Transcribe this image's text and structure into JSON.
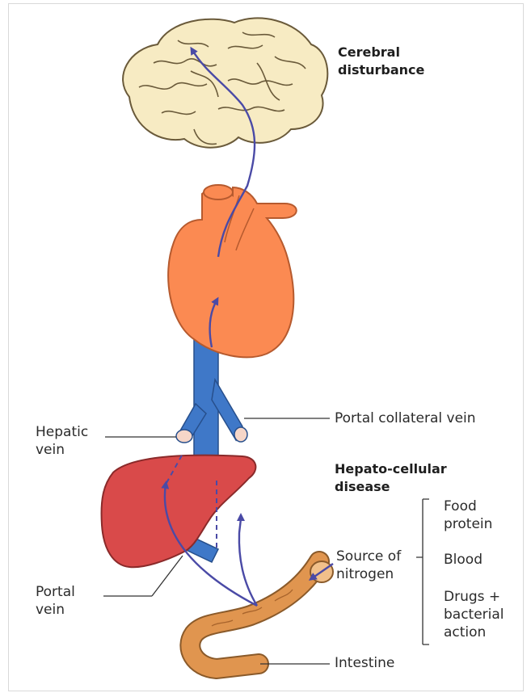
{
  "labels": {
    "cerebral": "Cerebral\ndisturbance",
    "portal_collateral": "Portal collateral vein",
    "hepatic_vein": "Hepatic\nvein",
    "hepato_cellular": "Hepato-cellular\ndisease",
    "source": "Source of\nnitrogen",
    "food": "Food\nprotein",
    "blood": "Blood",
    "drugs": "Drugs +\nbacterial\naction",
    "portal_vein": "Portal\nvein",
    "intestine": "Intestine"
  },
  "colors": {
    "brain": "#f7ebc3",
    "heart": "#fb8a52",
    "liver": "#d94a4a",
    "vein": "#3f78c8",
    "intestine": "#e0954f",
    "flow_arrow": "#4a4aa6"
  }
}
